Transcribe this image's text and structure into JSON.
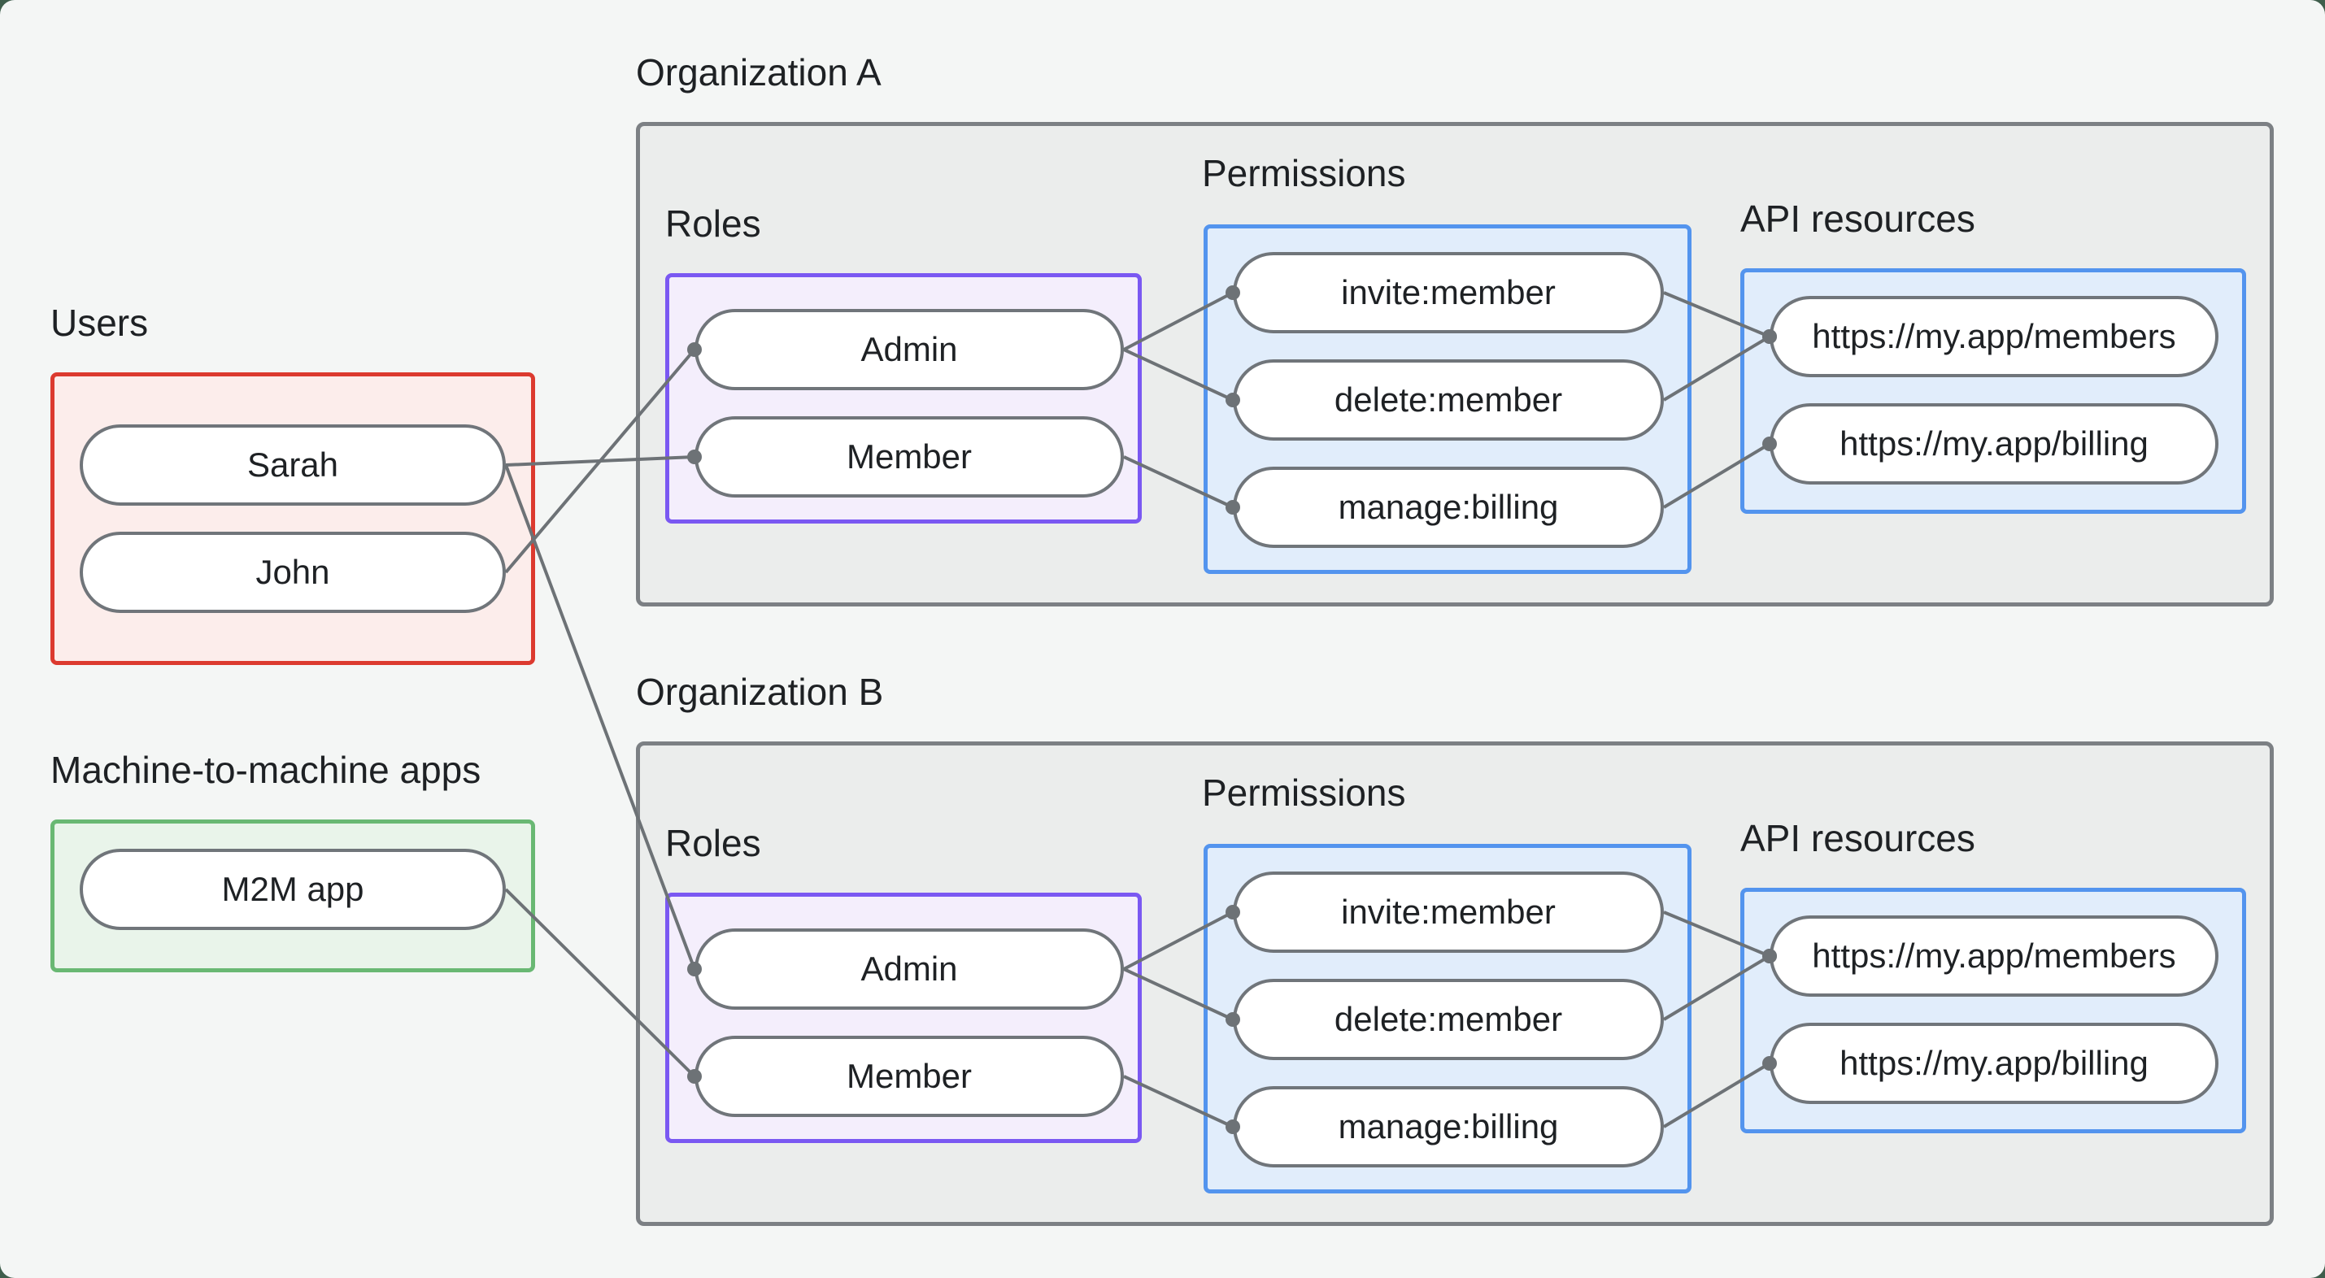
{
  "colors": {
    "outer_background": "#3f5e4c",
    "page_background": "#f4f6f5",
    "org_fill": "#ebedec",
    "org_border": "#7c8084",
    "users_fill": "#fcedeb",
    "users_border": "#dc3a2f",
    "m2m_fill": "#e9f4ea",
    "m2m_border": "#69b873",
    "roles_fill": "#f4eefc",
    "roles_border": "#7a58f2",
    "permissions_fill": "#e1edfb",
    "permissions_border": "#5394ee",
    "pill_fill": "#ffffff",
    "pill_border": "#70757a",
    "connector": "#6d7276",
    "text": "#1e2124"
  },
  "groups": {
    "users": {
      "label": "Users"
    },
    "m2m": {
      "label": "Machine-to-machine apps"
    },
    "org_a": {
      "label": "Organization A",
      "roles": "Roles",
      "permissions": "Permissions",
      "api": "API resources"
    },
    "org_b": {
      "label": "Organization B",
      "roles": "Roles",
      "permissions": "Permissions",
      "api": "API resources"
    }
  },
  "nodes": {
    "sarah": "Sarah",
    "john": "John",
    "m2m_app": "M2M app",
    "admin_a": "Admin",
    "member_a": "Member",
    "invite_a": "invite:member",
    "delete_a": "delete:member",
    "manage_a": "manage:billing",
    "members_api_a": "https://my.app/members",
    "billing_api_a": "https://my.app/billing",
    "admin_b": "Admin",
    "member_b": "Member",
    "invite_b": "invite:member",
    "delete_b": "delete:member",
    "manage_b": "manage:billing",
    "members_api_b": "https://my.app/members",
    "billing_api_b": "https://my.app/billing"
  },
  "connections": [
    {
      "from": "sarah",
      "to": "member_a"
    },
    {
      "from": "john",
      "to": "admin_a"
    },
    {
      "from": "sarah",
      "to": "admin_b"
    },
    {
      "from": "m2m_app",
      "to": "member_b"
    },
    {
      "from": "admin_a",
      "to": "invite_a"
    },
    {
      "from": "admin_a",
      "to": "delete_a"
    },
    {
      "from": "member_a",
      "to": "manage_a"
    },
    {
      "from": "invite_a",
      "to": "members_api_a"
    },
    {
      "from": "delete_a",
      "to": "members_api_a"
    },
    {
      "from": "manage_a",
      "to": "billing_api_a"
    },
    {
      "from": "admin_b",
      "to": "invite_b"
    },
    {
      "from": "admin_b",
      "to": "delete_b"
    },
    {
      "from": "member_b",
      "to": "manage_b"
    },
    {
      "from": "invite_b",
      "to": "members_api_b"
    },
    {
      "from": "delete_b",
      "to": "members_api_b"
    },
    {
      "from": "manage_b",
      "to": "billing_api_b"
    }
  ],
  "wire_style": {
    "stroke_width": 4,
    "dot_radius": 9
  }
}
